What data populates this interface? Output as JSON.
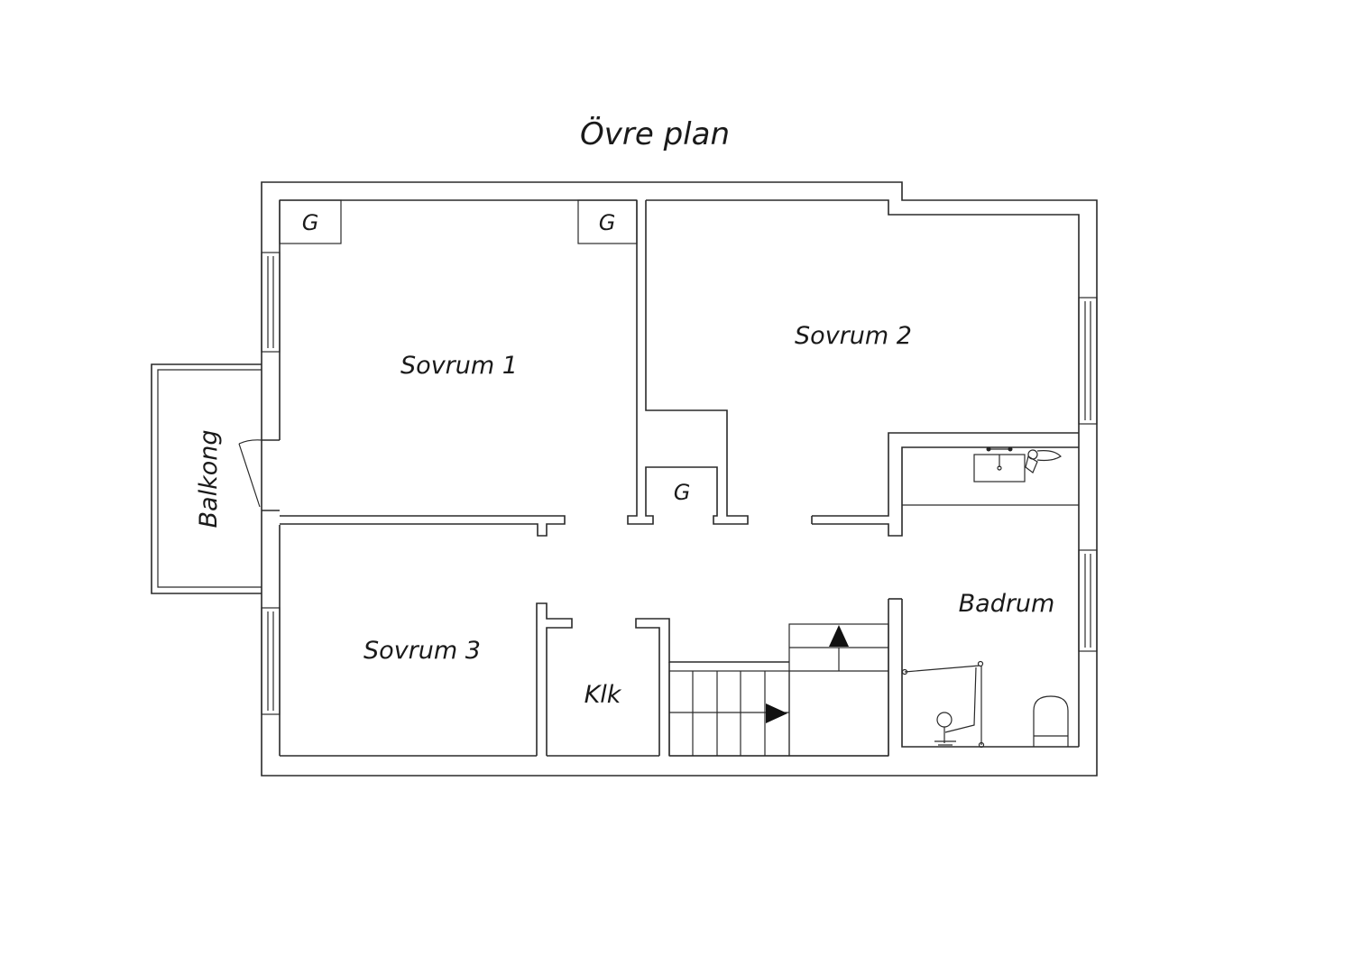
{
  "title": "Övre plan",
  "rooms": {
    "sovrum1": "Sovrum 1",
    "sovrum2": "Sovrum 2",
    "sovrum3": "Sovrum 3",
    "klk": "Klk",
    "badrum": "Badrum",
    "balkong": "Balkong"
  },
  "closets": [
    "G",
    "G",
    "G"
  ]
}
